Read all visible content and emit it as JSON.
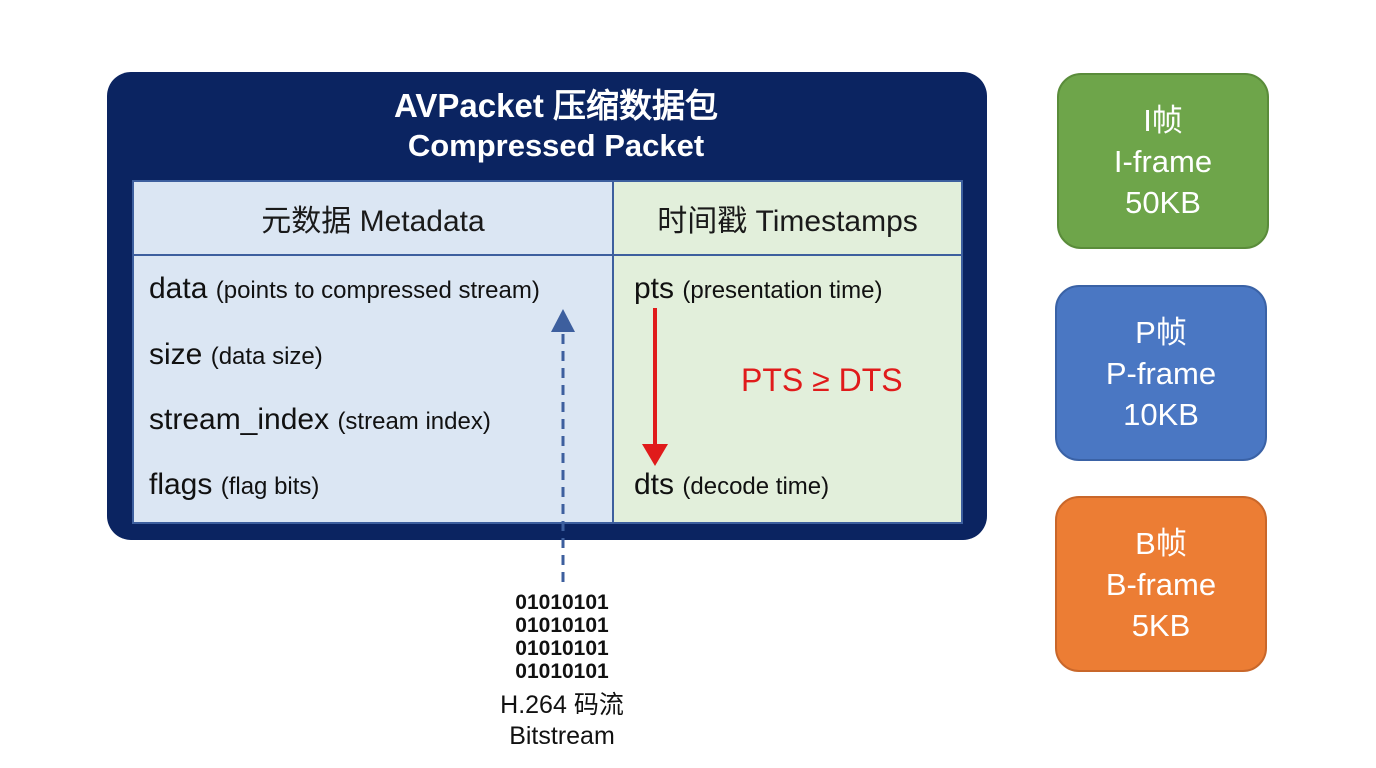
{
  "packet": {
    "title_line1": "AVPacket 压缩数据包",
    "title_line2": "Compressed Packet",
    "metadata": {
      "header": "元数据 Metadata",
      "fields": [
        {
          "name": "data",
          "note": "(points to compressed stream)"
        },
        {
          "name": "size",
          "note": "(data size)"
        },
        {
          "name": "stream_index",
          "note": "(stream index)"
        },
        {
          "name": "flags",
          "note": "(flag bits)"
        }
      ]
    },
    "timestamps": {
      "header": "时间戳 Timestamps",
      "pts": {
        "name": "pts",
        "note": "(presentation time)"
      },
      "dts": {
        "name": "dts",
        "note": "(decode time)"
      },
      "relation": "PTS ≥ DTS"
    }
  },
  "bitstream": {
    "bits": [
      "01010101",
      "01010101",
      "01010101",
      "01010101"
    ],
    "label_line1": "H.264 码流",
    "label_line2": "Bitstream"
  },
  "frames": [
    {
      "title": "I帧",
      "type": "I-frame",
      "size": "50KB",
      "color": "#6ea54a"
    },
    {
      "title": "P帧",
      "type": "P-frame",
      "size": "10KB",
      "color": "#4a77c3"
    },
    {
      "title": "B帧",
      "type": "B-frame",
      "size": "5KB",
      "color": "#ec7d34"
    }
  ],
  "colors": {
    "packet_bg": "#0b2461",
    "metadata_bg": "#dbe6f3",
    "timestamps_bg": "#e2efdb",
    "relation": "#e01b1b",
    "bitstream_arrow": "#3d5f9e"
  }
}
